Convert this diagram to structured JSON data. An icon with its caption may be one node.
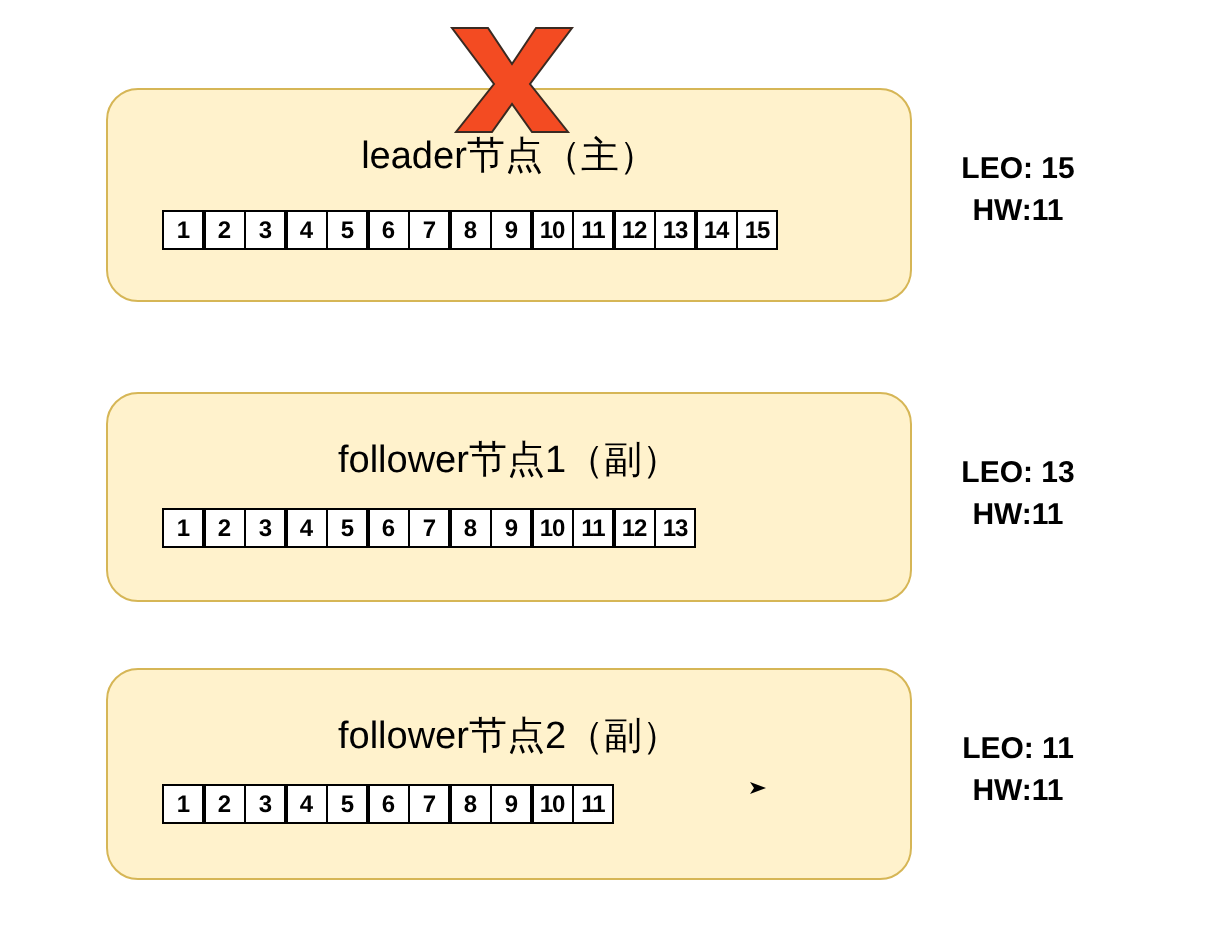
{
  "diagram": {
    "nodes": [
      {
        "text": [
          "leader节点（主）"
        ],
        "beside": [
          "LEO: 15",
          "HW:11"
        ]
      },
      {
        "text": [
          "1"
        ],
        "in": 0
      },
      {
        "text": [
          "2"
        ],
        "in": 0
      },
      {
        "text": [
          "3"
        ],
        "in": 0
      },
      {
        "text": [
          "4"
        ],
        "in": 0
      },
      {
        "text": [
          "5"
        ],
        "in": 0
      },
      {
        "text": [
          "6"
        ],
        "in": 0
      },
      {
        "text": [
          "7"
        ],
        "in": 0
      },
      {
        "text": [
          "8"
        ],
        "in": 0
      },
      {
        "text": [
          "9"
        ],
        "in": 0
      },
      {
        "text": [
          "10"
        ],
        "in": 0
      },
      {
        "text": [
          "11"
        ],
        "in": 0
      },
      {
        "text": [
          "12"
        ],
        "in": 0
      },
      {
        "text": [
          "13"
        ],
        "in": 0
      },
      {
        "text": [
          "14"
        ],
        "in": 0
      },
      {
        "text": [
          "15"
        ],
        "in": 0
      },
      {
        "text": [
          "follower节点1（副）"
        ],
        "beside": [
          "LEO: 13",
          "HW:11"
        ]
      },
      {
        "text": [
          "1"
        ],
        "in": 16
      },
      {
        "text": [
          "2"
        ],
        "in": 16
      },
      {
        "text": [
          "3"
        ],
        "in": 16
      },
      {
        "text": [
          "4"
        ],
        "in": 16
      },
      {
        "text": [
          "5"
        ],
        "in": 16
      },
      {
        "text": [
          "6"
        ],
        "in": 16
      },
      {
        "text": [
          "7"
        ],
        "in": 16
      },
      {
        "text": [
          "8"
        ],
        "in": 16
      },
      {
        "text": [
          "9"
        ],
        "in": 16
      },
      {
        "text": [
          "10"
        ],
        "in": 16
      },
      {
        "text": [
          "11"
        ],
        "in": 16
      },
      {
        "text": [
          "12"
        ],
        "in": 16
      },
      {
        "text": [
          "13"
        ],
        "in": 16
      },
      {
        "text": [
          "follower节点2（副）"
        ],
        "beside": [
          "LEO: 11",
          "HW:11"
        ]
      },
      {
        "text": [
          "1"
        ],
        "in": 30
      },
      {
        "text": [
          "2"
        ],
        "in": 30
      },
      {
        "text": [
          "3"
        ],
        "in": 30
      },
      {
        "text": [
          "4"
        ],
        "in": 30
      },
      {
        "text": [
          "5"
        ],
        "in": 30
      },
      {
        "text": [
          "6"
        ],
        "in": 30
      },
      {
        "text": [
          "7"
        ],
        "in": 30
      },
      {
        "text": [
          "8"
        ],
        "in": 30
      },
      {
        "text": [
          "9"
        ],
        "in": 30
      },
      {
        "text": [
          "10"
        ],
        "in": 30
      },
      {
        "text": [
          "11"
        ],
        "in": 30
      }
    ]
  }
}
